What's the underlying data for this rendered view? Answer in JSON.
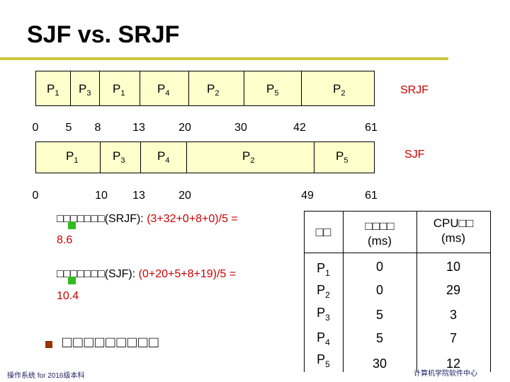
{
  "title": "SJF vs. SRJF",
  "srjf": {
    "tag": "SRJF",
    "segments": [
      {
        "label": "P",
        "sub": "1"
      },
      {
        "label": "P",
        "sub": "3"
      },
      {
        "label": "P",
        "sub": "1"
      },
      {
        "label": "P",
        "sub": "4"
      },
      {
        "label": "P",
        "sub": "2"
      },
      {
        "label": "P",
        "sub": "5"
      },
      {
        "label": "P",
        "sub": "2"
      }
    ],
    "ticks": [
      "0",
      "5",
      "8",
      "13",
      "20",
      "30",
      "42",
      "61"
    ]
  },
  "sjf": {
    "tag": "SJF",
    "segments": [
      {
        "label": "P",
        "sub": "1"
      },
      {
        "label": "P",
        "sub": "3"
      },
      {
        "label": "P",
        "sub": "4"
      },
      {
        "label": "P",
        "sub": "2"
      },
      {
        "label": "P",
        "sub": "5"
      }
    ],
    "ticks": [
      "0",
      "10",
      "13",
      "20",
      "49",
      "61"
    ]
  },
  "formulas": {
    "srjf_prefix": "□□□□□□□(SRJF): ",
    "srjf_expr": "(3+32+0+8+0)/5 =",
    "srjf_result": "8.6",
    "sjf_prefix": "□□□□□□□(SJF): ",
    "sjf_expr": "(0+20+5+8+19)/5 =",
    "sjf_result": "10.4"
  },
  "bullet_text": "□□□□□□□□□",
  "table": {
    "headers": {
      "process": "□□",
      "arrival_line1": "□□□□",
      "arrival_line2": "(ms)",
      "cpu_line1": "CPU□□",
      "cpu_line2": "(ms)"
    },
    "rows": [
      {
        "p": "P",
        "sub": "1",
        "arrival": "0",
        "cpu": "10"
      },
      {
        "p": "P",
        "sub": "2",
        "arrival": "0",
        "cpu": "29"
      },
      {
        "p": "P",
        "sub": "3",
        "arrival": "5",
        "cpu": "3"
      },
      {
        "p": "P",
        "sub": "4",
        "arrival": "5",
        "cpu": "7"
      },
      {
        "p": "P",
        "sub": "5",
        "arrival": "30",
        "cpu": "12"
      }
    ]
  },
  "footer": {
    "left": "操作系统 for 2016级本科",
    "right": "计算机学院软件中心"
  },
  "colors": {
    "gantt_fill": "#ffffcc",
    "accent_red": "#cc0000",
    "title_rule": "#c8c83c",
    "bullet_green": "#33bb22"
  }
}
